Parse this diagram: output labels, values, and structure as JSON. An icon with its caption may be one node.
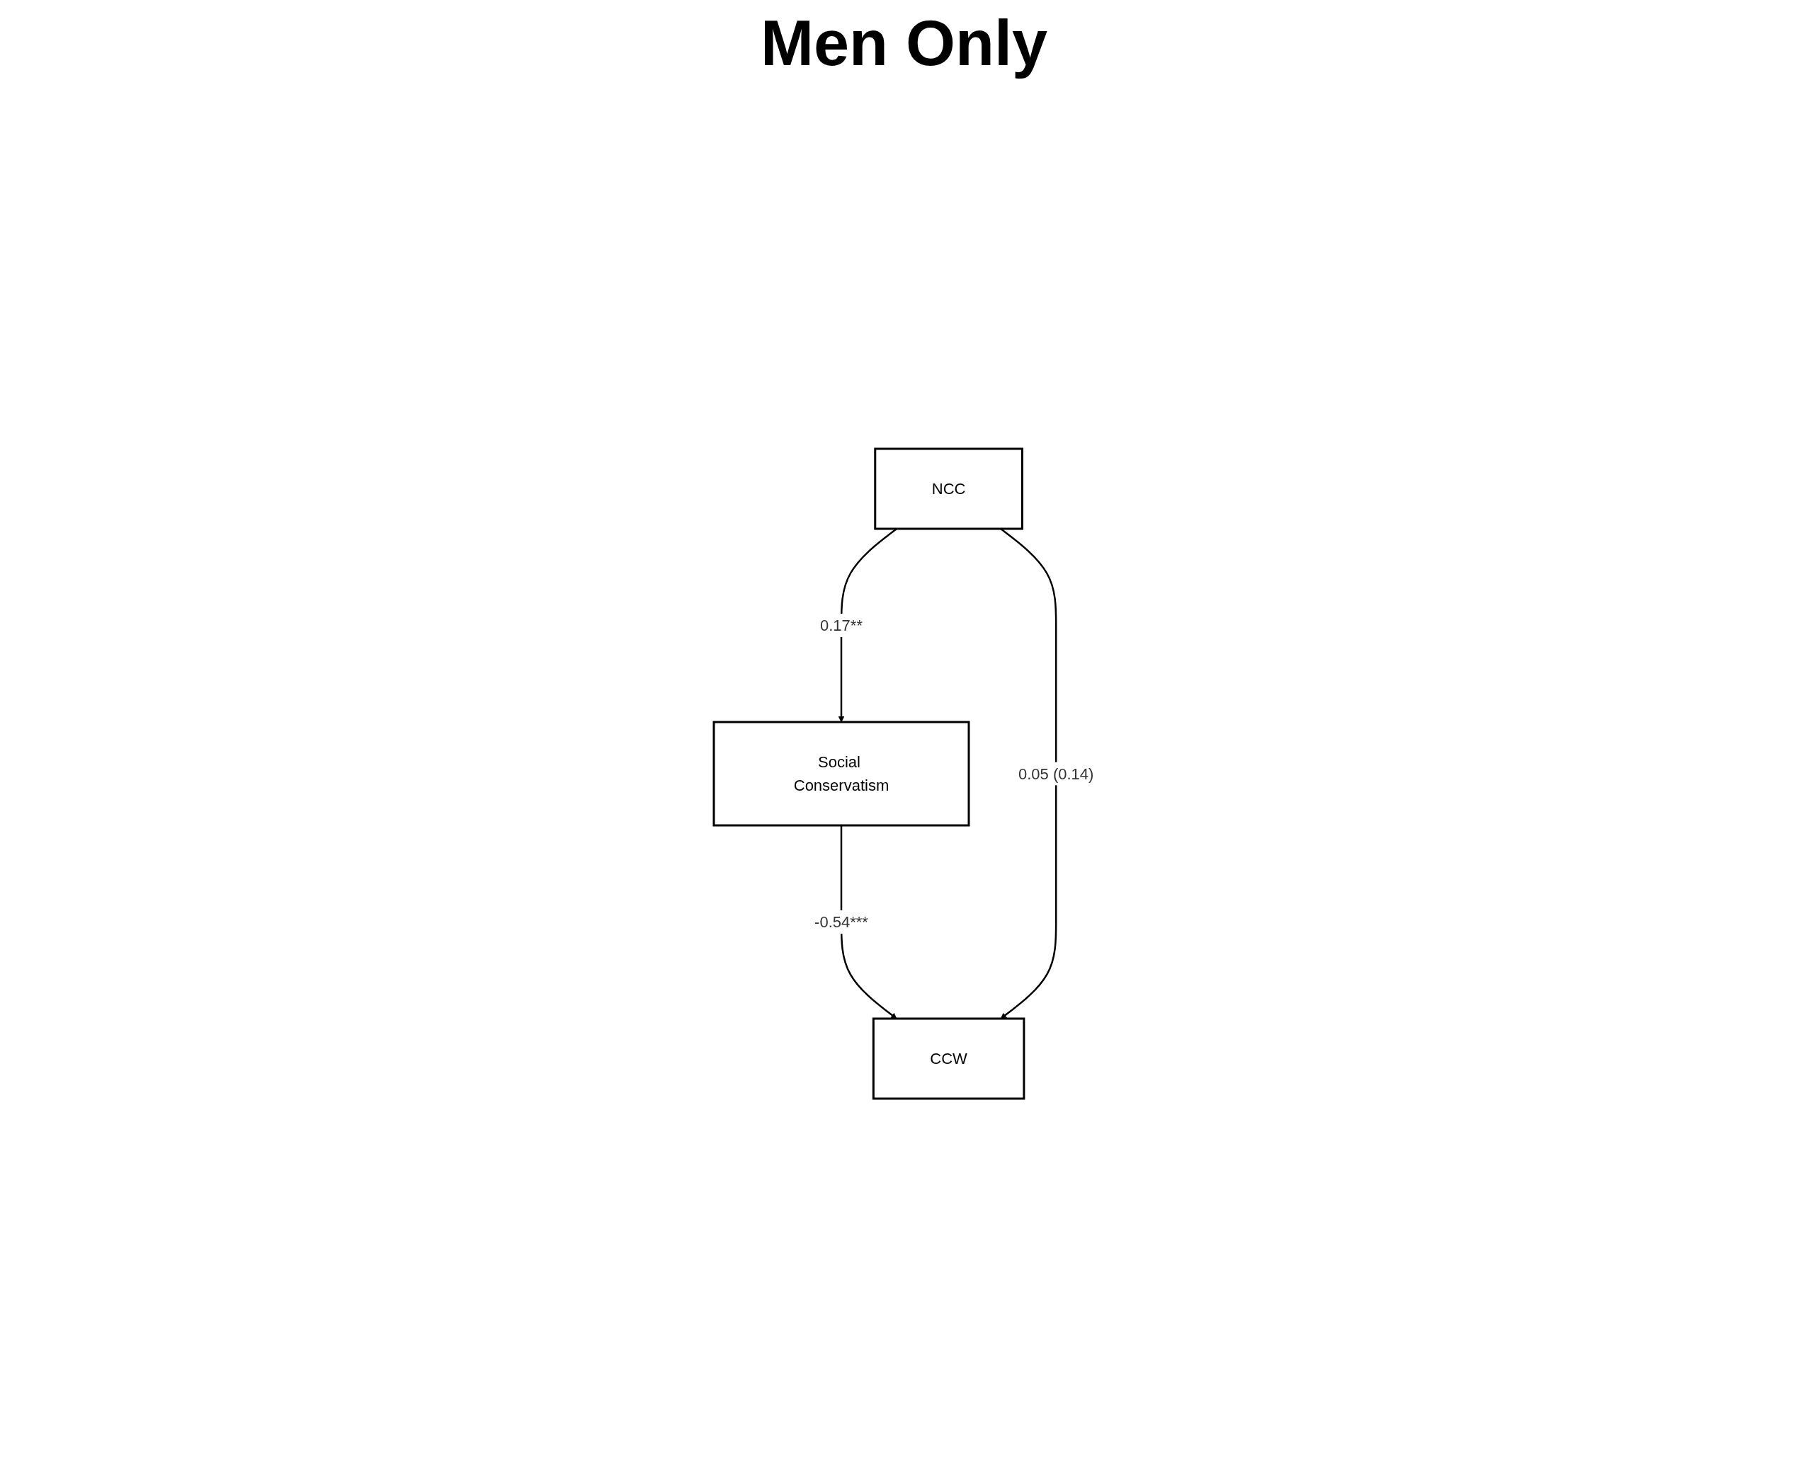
{
  "diagram": {
    "title": "Men Only",
    "nodes": [
      {
        "text": [
          "Social Conservatism"
        ]
      },
      {
        "text": [
          "NCC"
        ]
      },
      {
        "text": [
          "CCW"
        ]
      }
    ],
    "edges": [
      {
        "from": 1,
        "to": 0,
        "arrow": "to",
        "label": "0.17**"
      },
      {
        "from": 0,
        "to": 2,
        "arrow": "to",
        "label": "-0.54***"
      },
      {
        "from": 1,
        "to": 2,
        "arrow": "to",
        "label": "0.05 (0.14)"
      }
    ]
  }
}
